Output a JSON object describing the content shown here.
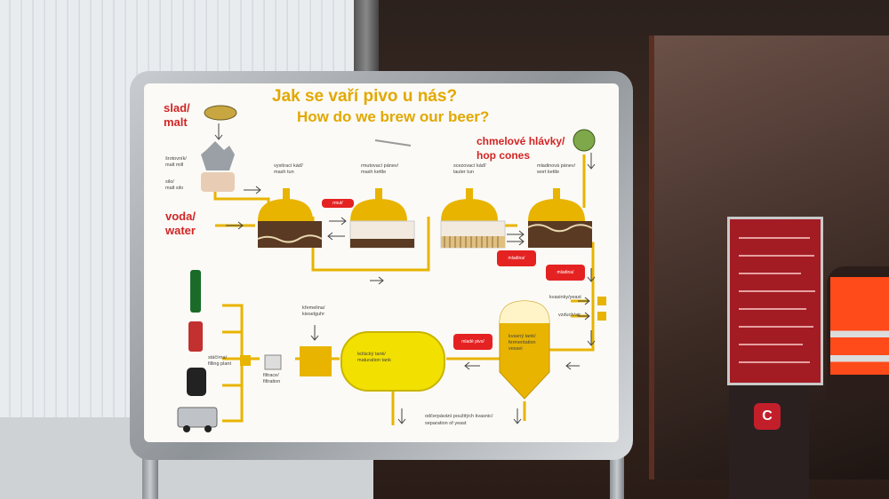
{
  "title_cz": "Jak se vaří pivo u nás?",
  "title_en": "How do we brew our beer?",
  "labels": {
    "slad": "slad/",
    "malt": "malt",
    "voda": "voda/",
    "water": "water",
    "chmel_cz": "chmelové hlávky/",
    "chmel_en": "hop cones",
    "srotovnik_cz": "šrotovník/",
    "srotovnik_en": "malt mill",
    "silo_cz": "silo/",
    "silo_en": "malt silo",
    "mash_tun_cz": "vystírací káď/",
    "mash_tun_en": "mash tun",
    "mash_kettle_cz": "rmutovací pánev/",
    "mash_kettle_en": "mash kettle",
    "lauter_tun_cz": "scezovací káď/",
    "lauter_tun_en": "lauter tun",
    "wort_kettle_cz": "mladinová pánev/",
    "wort_kettle_en": "wort kettle",
    "kvasinky": "kvasinky/yeast",
    "vzduch": "vzduch/air",
    "kremelina_cz": "křemelina/",
    "kremelina_en": "kieselguhr",
    "stacirna_cz": "stáčírna/",
    "stacirna_en": "filling plant",
    "filtrace_cz": "filtrace/",
    "filtrace_en": "filtration",
    "lezacky_cz": "ležácký tank/",
    "lezacky_en": "maturation tank",
    "kvasny_cz": "kvasný tank/",
    "kvasny_en": "fermentation",
    "kvasny_en2": "vessel",
    "odcerpavani_cz": "odčerpávání použitých kvasnic/",
    "odcerpavani_en": "separation of yeast",
    "rmut": "rmut/",
    "mladina": "mladina/",
    "mladine_pivo": "mladé pivo/"
  },
  "info_logo": "C",
  "colors": {
    "gold": "#e2b000",
    "red": "#e52222",
    "brown": "#5a3a22",
    "pipe": "#e8b400"
  }
}
